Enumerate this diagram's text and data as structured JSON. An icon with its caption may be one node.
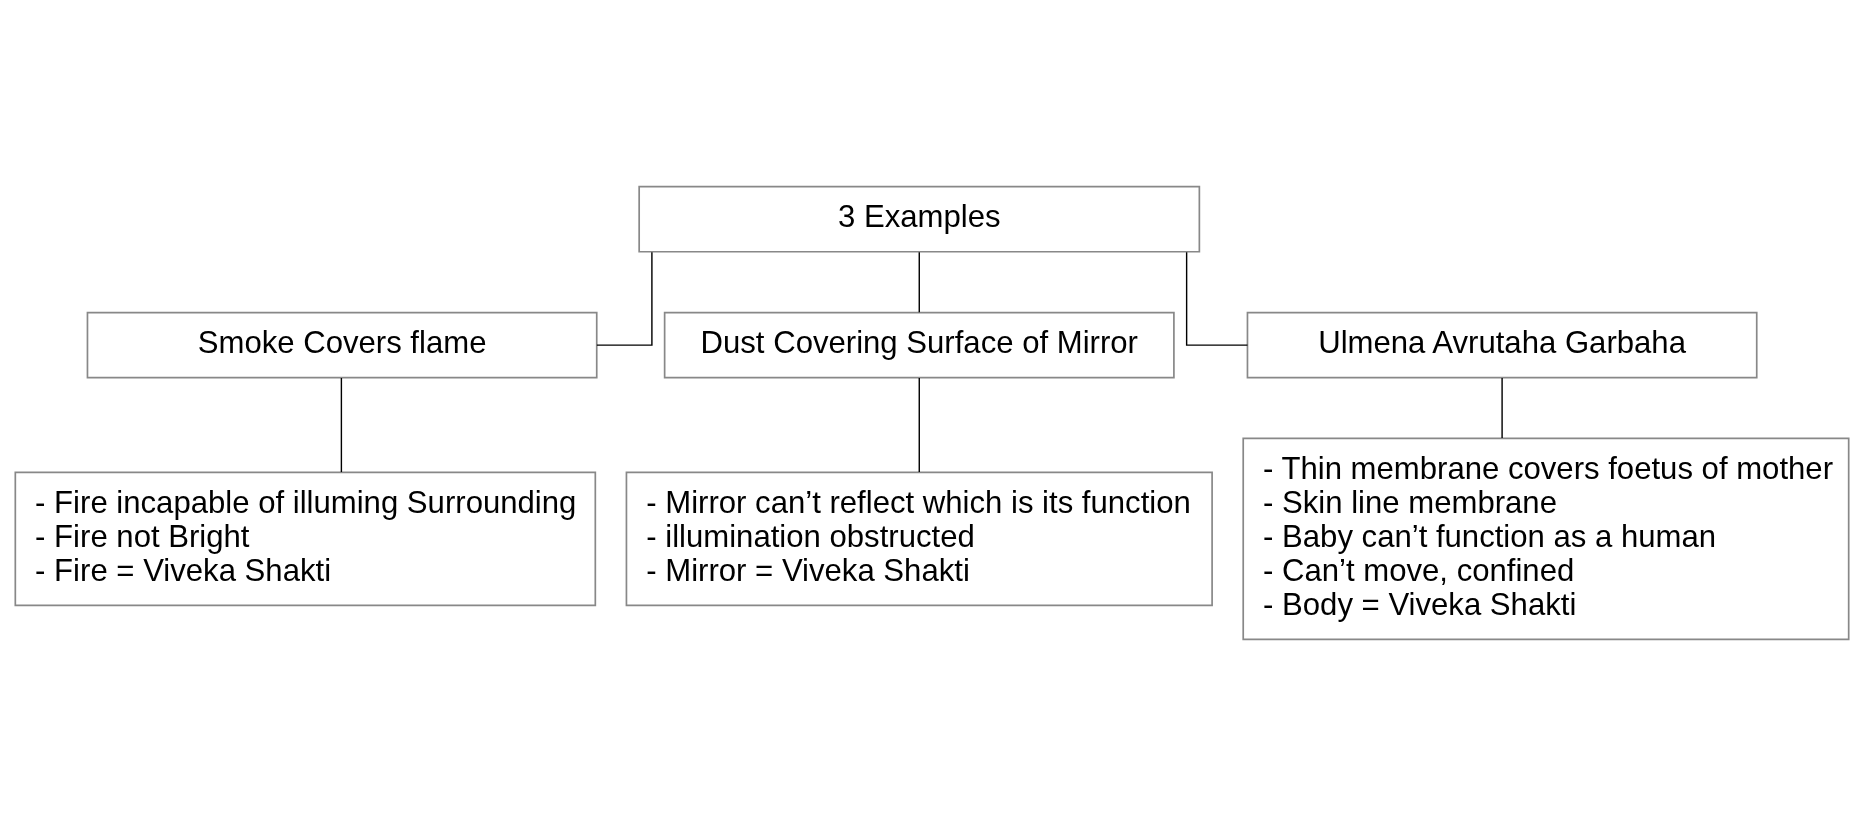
{
  "diagram": {
    "nodes": [
      {
        "text": [
          "3 Examples"
        ]
      },
      {
        "text": [
          "Smoke Covers flame"
        ]
      },
      {
        "text": [
          "Dust Covering Surface of Mirror"
        ]
      },
      {
        "text": [
          "Ulmena Avrutaha Garbaha"
        ]
      },
      {
        "text": [
          "- Fire incapable of illuming Surrounding",
          "- Fire not Bright",
          "- Fire = Viveka Shakti"
        ]
      },
      {
        "text": [
          "- Mirror can’t reflect which is its function",
          "- illumination obstructed",
          "- Mirror = Viveka Shakti"
        ]
      },
      {
        "text": [
          "- Thin membrane covers foetus of mother",
          "- Skin line membrane",
          "- Baby can’t function as a human",
          "- Can’t move, confined",
          "- Body = Viveka Shakti"
        ]
      }
    ],
    "edges": [
      {
        "from": 0,
        "to": 1,
        "arrow": "none"
      },
      {
        "from": 0,
        "to": 2,
        "arrow": "none"
      },
      {
        "from": 0,
        "to": 3,
        "arrow": "none"
      },
      {
        "from": 1,
        "to": 4,
        "arrow": "none"
      },
      {
        "from": 2,
        "to": 5,
        "arrow": "none"
      },
      {
        "from": 3,
        "to": 6,
        "arrow": "none"
      }
    ]
  }
}
